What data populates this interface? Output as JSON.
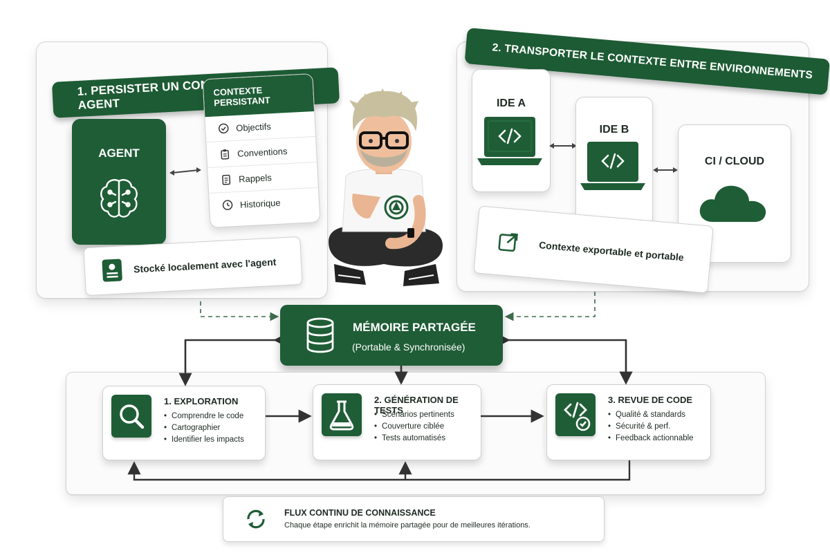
{
  "section1": {
    "title": "1. Persister un contexte dans un agent",
    "agent_label": "AGENT",
    "context_header": "Contexte persistant",
    "context_items": [
      "Objectifs",
      "Conventions",
      "Rappels",
      "Historique"
    ],
    "footer": "Stocké localement avec l'agent"
  },
  "section2": {
    "title": "2. Transporter le contexte entre environnements",
    "environments": [
      "IDE A",
      "IDE B",
      "CI / CLOUD"
    ],
    "footer": "Contexte exportable et portable"
  },
  "memory": {
    "title": "MÉMOIRE PARTAGÉE",
    "subtitle": "(Portable & Synchronisée)"
  },
  "stages": [
    {
      "title": "1. Exploration",
      "bullets": [
        "Comprendre le code",
        "Cartographier",
        "Identifier les impacts"
      ],
      "icon": "magnifier-icon"
    },
    {
      "title": "2. Génération de tests",
      "bullets": [
        "Scénarios pertinents",
        "Couverture ciblée",
        "Tests automatisés"
      ],
      "icon": "flask-icon"
    },
    {
      "title": "3. Revue de code",
      "bullets": [
        "Qualité & standards",
        "Sécurité & perf.",
        "Feedback actionnable"
      ],
      "icon": "code-check-icon"
    }
  ],
  "flux": {
    "title": "FLUX CONTINU DE CONNAISSANCE",
    "text": "Chaque étape enrichit la mémoire partagée pour de meilleures itérations."
  },
  "colors": {
    "brand_green": "#1f5d36",
    "dark_green": "#1d5b34"
  }
}
